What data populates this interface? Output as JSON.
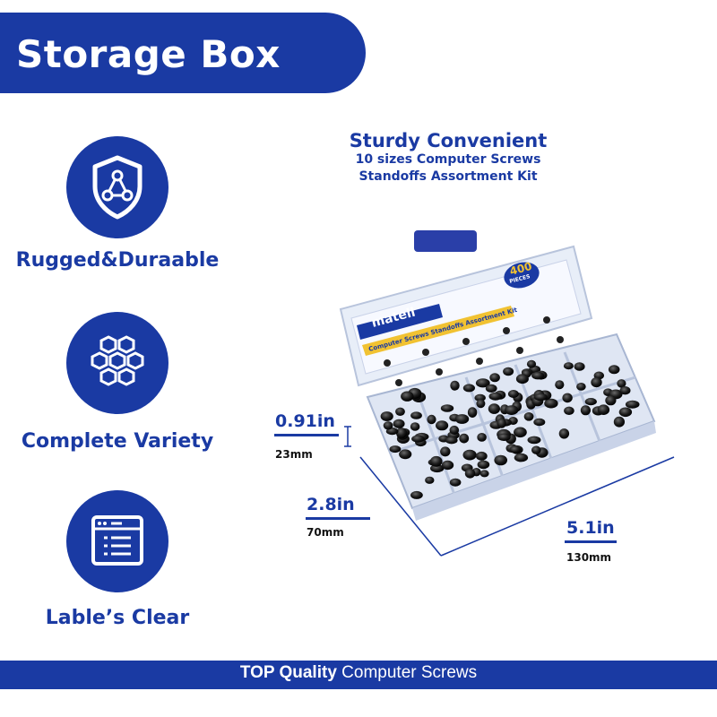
{
  "header": {
    "title": "Storage Box"
  },
  "features": [
    {
      "label": "Rugged&Duraable",
      "icon": "shield-icon"
    },
    {
      "label": "Complete Variety",
      "icon": "hexagon-cluster-icon"
    },
    {
      "label": "Lable’s Clear",
      "icon": "label-list-icon"
    }
  ],
  "heading": {
    "line1": "Sturdy Convenient",
    "line2": "10 sizes Computer Screws",
    "line3": "Standoffs Assortment Kit"
  },
  "product": {
    "brand": "matell",
    "kit_title": "Computer Screws Standoffs Assortment Kit",
    "badge_count": "400",
    "badge_unit": "PIECES"
  },
  "dimensions": {
    "height": {
      "value": "0.91in",
      "unit": "23mm"
    },
    "depth": {
      "value": "2.8in",
      "unit": "70mm"
    },
    "width": {
      "value": "5.1in",
      "unit": "130mm"
    }
  },
  "footer": {
    "bold": "TOP Quality",
    "rest": " Computer Screws"
  },
  "colors": {
    "brand_blue": "#1a3aa3",
    "background": "#ffffff"
  }
}
